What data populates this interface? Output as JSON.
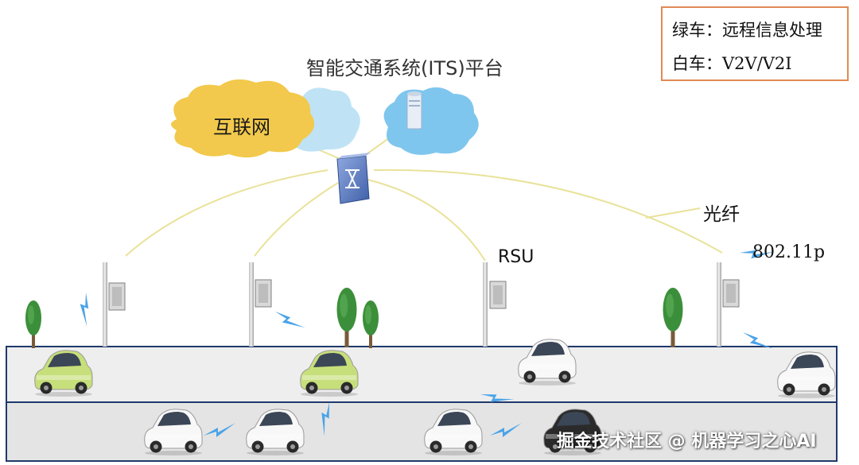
{
  "legend": {
    "green_car": "绿车：远程信息处理",
    "white_car": "白车：V2V/V2I"
  },
  "diagram": {
    "title": "智能交通系统(ITS)平台",
    "internet_label": "互联网",
    "fiber_label": "光纤",
    "rsu_label": "RSU",
    "protocol_label": "802.11p"
  },
  "watermark": "掘金技术社区 @ 机器学习之心AI",
  "colors": {
    "legend_border": "#e08a55",
    "internet_cloud": "#f2c94c",
    "its_cloud": "#7fc6ee",
    "fiber_line": "#e9e29a",
    "signal_bolt": "#4aa3e8",
    "road_upper": "#eeeeee",
    "road_lower": "#e4e4e4",
    "lane_divider": "#1f3a6b",
    "green_car": "#c7df7a",
    "white_car": "#f8f8f8",
    "switch": "#5b7fc4",
    "tree": "#3c8f3a"
  },
  "icons": [
    "cloud-icon",
    "server-icon",
    "network-switch-icon",
    "rsu-pole-icon",
    "wireless-signal-icon",
    "tree-icon",
    "car-icon"
  ]
}
